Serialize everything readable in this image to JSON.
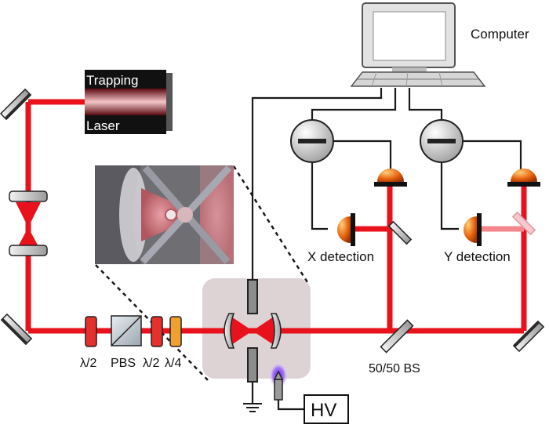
{
  "labels": {
    "computer": "Computer",
    "laser_line1": "Trapping",
    "laser_line2": "Laser",
    "x_detection": "X detection",
    "y_detection": "Y detection",
    "half_wave_1": "λ/2",
    "pbs": "PBS",
    "half_wave_2": "λ/2",
    "quarter_wave": "λ/4",
    "beam_splitter": "50/50 BS",
    "hv": "HV"
  },
  "colors": {
    "beam": "#e8121c",
    "beam_faint": "#f4878c",
    "wire": "#1a1a1a",
    "chamber": "#ded4d6",
    "waveplate_half": "#e5302c",
    "waveplate_quarter": "#f0a030",
    "photodiode": "#e35a0c",
    "plasma": "#7b3cf0"
  },
  "icons": [
    "computer-icon",
    "laser-icon",
    "mirror-icon",
    "lens-icon",
    "photodiode-icon",
    "balanced-detector-icon",
    "ground-icon",
    "needle-electrode-icon"
  ]
}
